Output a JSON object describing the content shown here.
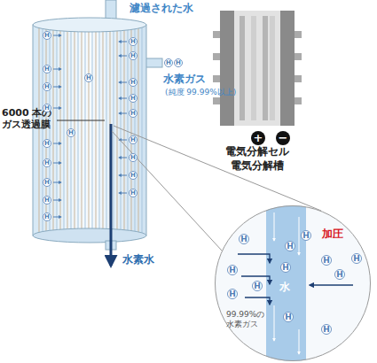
{
  "diagram": {
    "nodes": [
      {
        "text": [
          "電気分解セル",
          "電気分解槽"
        ]
      },
      {
        "text": [
          "加圧",
          "水",
          "99.99%の 水素ガス"
        ]
      }
    ],
    "labels": [
      "濾過された水",
      "6000 本の ガス透過膜",
      "水素ガス",
      "(純度 99.99%以上)",
      "水素水",
      "+",
      "−",
      "H",
      "H",
      "H",
      "H",
      "H",
      "H",
      "H",
      "H",
      "H",
      "H",
      "H",
      "H",
      "H",
      "H",
      "H",
      "H",
      "H",
      "H",
      "H",
      "H",
      "H",
      "H",
      "H",
      "H",
      "H",
      "H",
      "H",
      "H",
      "H",
      "H",
      "H",
      "H",
      "H",
      "H"
    ]
  }
}
